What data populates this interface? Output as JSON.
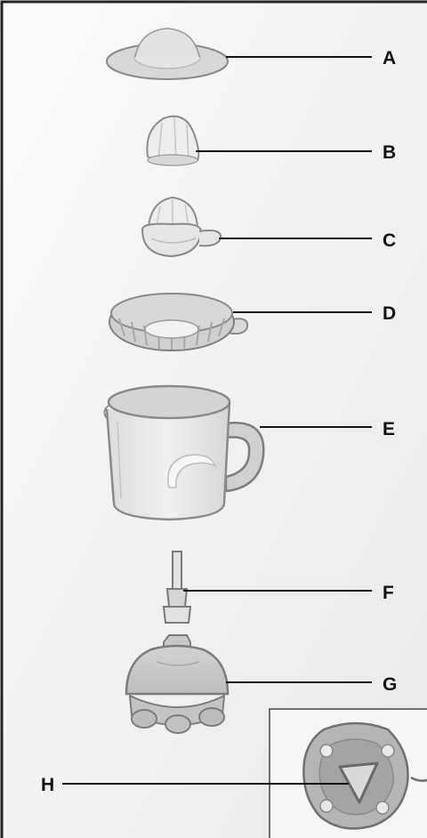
{
  "parts": [
    {
      "id": "part-a",
      "label": "A"
    },
    {
      "id": "part-b",
      "label": "B"
    },
    {
      "id": "part-c",
      "label": "C"
    },
    {
      "id": "part-d",
      "label": "D"
    },
    {
      "id": "part-e",
      "label": "E"
    },
    {
      "id": "part-f",
      "label": "F"
    },
    {
      "id": "part-g",
      "label": "G"
    },
    {
      "id": "part-h",
      "label": "H"
    }
  ],
  "colors": {
    "background": "#f4f4f4",
    "part_fill": "#e6e6e6",
    "part_shade": "#cfcfcf",
    "part_stroke": "#8a8a8a",
    "leader": "#111111"
  }
}
